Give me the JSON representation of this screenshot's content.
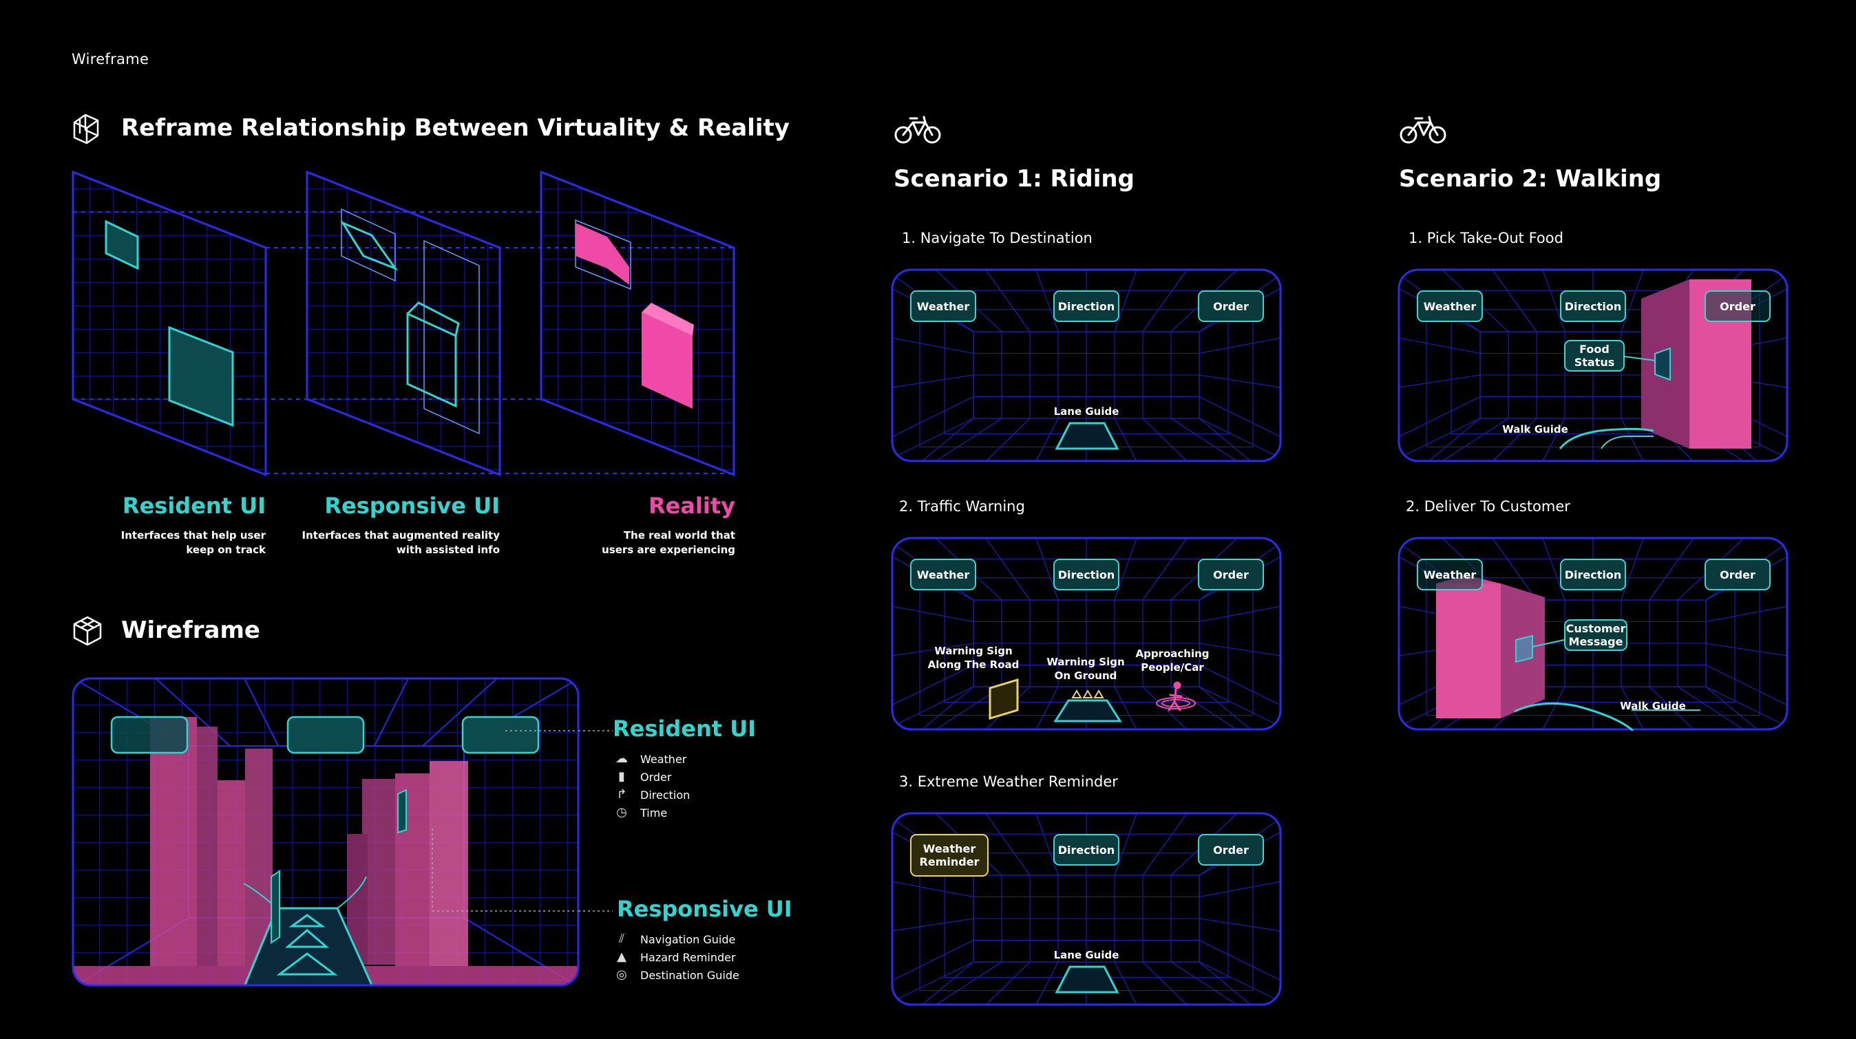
{
  "topic": "Wireframe",
  "section1": {
    "title": "Reframe Relationship Between Virtuality & Reality",
    "labels": {
      "resident": {
        "title": "Resident UI",
        "desc1": "Interfaces that help user",
        "desc2": "keep on track"
      },
      "responsive": {
        "title": "Responsive UI",
        "desc1": "Interfaces that augmented reality",
        "desc2": "with assisted info"
      },
      "reality": {
        "title": "Reality",
        "desc1": "The real world that",
        "desc2": "users are experiencing"
      }
    }
  },
  "section2": {
    "title": "Wireframe",
    "resident": {
      "title": "Resident UI",
      "items": [
        "Weather",
        "Order",
        "Direction",
        "Time"
      ]
    },
    "responsive": {
      "title": "Responsive UI",
      "items": [
        "Navigation Guide",
        "Hazard Reminder",
        "Destination Guide"
      ]
    }
  },
  "scenario1": {
    "title": "Scenario 1: Riding",
    "steps": [
      {
        "label": "1. Navigate To Destination",
        "chips": [
          "Weather",
          "Direction",
          "Order"
        ],
        "guide": "Lane Guide"
      },
      {
        "label": "2. Traffic Warning",
        "chips": [
          "Weather",
          "Direction",
          "Order"
        ],
        "sign_road_1": "Warning Sign",
        "sign_road_2": "Along The Road",
        "sign_ground_1": "Warning Sign",
        "sign_ground_2": "On Ground",
        "approach_1": "Approaching",
        "approach_2": "People/Car"
      },
      {
        "label": "3. Extreme Weather Reminder",
        "chip_weather_1": "Weather",
        "chip_weather_2": "Reminder",
        "chips": [
          "Direction",
          "Order"
        ],
        "guide": "Lane Guide"
      }
    ]
  },
  "scenario2": {
    "title": "Scenario 2: Walking",
    "steps": [
      {
        "label": "1. Pick Take-Out Food",
        "chips": [
          "Weather",
          "Direction",
          "Order"
        ],
        "status_1": "Food",
        "status_2": "Status",
        "guide": "Walk Guide"
      },
      {
        "label": "2. Deliver To Customer",
        "chips": [
          "Weather",
          "Direction",
          "Order"
        ],
        "msg_1": "Customer",
        "msg_2": "Message",
        "guide": "Walk Guide"
      }
    ]
  },
  "colors": {
    "accent_cyan": "#2fd6d0",
    "reality_pink": "#ef4aa8",
    "grid_blue": "#2424d6",
    "warning_yellow": "#e9d46a"
  }
}
